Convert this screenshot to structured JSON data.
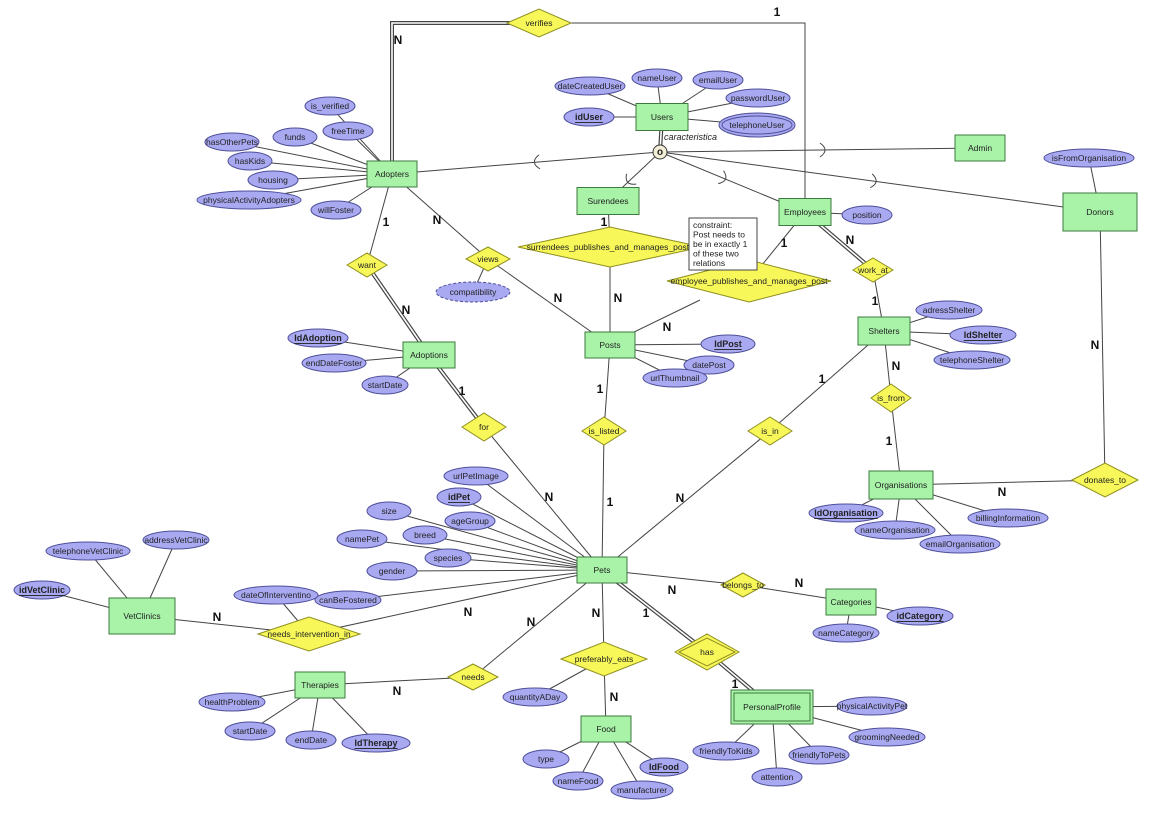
{
  "colors": {
    "entity": "#a8f3a8",
    "entity_stroke": "#3d7a3d",
    "attribute": "#a9a9f2",
    "attribute_stroke": "#50509a",
    "relationship": "#f7f75a",
    "relationship_stroke": "#8f8f20",
    "line": "#444444"
  },
  "entities": [
    {
      "id": "users",
      "name": "Users"
    },
    {
      "id": "adopters",
      "name": "Adopters"
    },
    {
      "id": "admin",
      "name": "Admin"
    },
    {
      "id": "surendees",
      "name": "Surendees"
    },
    {
      "id": "employees",
      "name": "Employees"
    },
    {
      "id": "donors",
      "name": "Donors"
    },
    {
      "id": "posts",
      "name": "Posts"
    },
    {
      "id": "adoptions",
      "name": "Adoptions"
    },
    {
      "id": "shelters",
      "name": "Shelters"
    },
    {
      "id": "organisations",
      "name": "Organisations"
    },
    {
      "id": "pets",
      "name": "Pets"
    },
    {
      "id": "vetclinics",
      "name": "VetClinics"
    },
    {
      "id": "categories",
      "name": "Categories"
    },
    {
      "id": "therapies",
      "name": "Therapies"
    },
    {
      "id": "food",
      "name": "Food"
    },
    {
      "id": "personalprofile",
      "name": "PersonalProfile",
      "weak": true
    }
  ],
  "relationships": [
    {
      "id": "verifies",
      "name": "verifies"
    },
    {
      "id": "want",
      "name": "want"
    },
    {
      "id": "views",
      "name": "views"
    },
    {
      "id": "surr_pub",
      "name": "surrendees_publishes_and_manages_posts"
    },
    {
      "id": "emp_pub",
      "name": "employee_publishes_and_manages_post"
    },
    {
      "id": "work_at",
      "name": "work_at"
    },
    {
      "id": "for",
      "name": "for"
    },
    {
      "id": "is_listed",
      "name": "is_listed"
    },
    {
      "id": "is_in",
      "name": "is_in"
    },
    {
      "id": "is_from",
      "name": "is_from"
    },
    {
      "id": "donates_to",
      "name": "donates_to"
    },
    {
      "id": "belongs_to",
      "name": "belongs_to"
    },
    {
      "id": "needs_intervention_in",
      "name": "needs_intervention_in"
    },
    {
      "id": "needs",
      "name": "needs"
    },
    {
      "id": "preferably_eats",
      "name": "preferably_eats"
    },
    {
      "id": "has",
      "name": "has",
      "identifying": true
    }
  ],
  "attributes": [
    {
      "id": "dateCreatedUser",
      "name": "dateCreatedUser",
      "owner": "users"
    },
    {
      "id": "nameUser",
      "name": "nameUser",
      "owner": "users"
    },
    {
      "id": "emailUser",
      "name": "emailUser",
      "owner": "users"
    },
    {
      "id": "passwordUser",
      "name": "passwordUser",
      "owner": "users"
    },
    {
      "id": "idUser",
      "name": "idUser",
      "owner": "users",
      "key": true
    },
    {
      "id": "telephoneUser",
      "name": "telephoneUser",
      "owner": "users",
      "multivalued": true
    },
    {
      "id": "is_verified",
      "name": "is_verified",
      "owner": "adopters"
    },
    {
      "id": "freeTime",
      "name": "freeTime",
      "owner": "adopters"
    },
    {
      "id": "funds",
      "name": "funds",
      "owner": "adopters"
    },
    {
      "id": "hasOtherPets",
      "name": "hasOtherPets",
      "owner": "adopters"
    },
    {
      "id": "hasKids",
      "name": "hasKids",
      "owner": "adopters"
    },
    {
      "id": "housing",
      "name": "housing",
      "owner": "adopters"
    },
    {
      "id": "physicalActivityAdopters",
      "name": "physicalActivityAdopters",
      "owner": "adopters"
    },
    {
      "id": "willFoster",
      "name": "willFoster",
      "owner": "adopters"
    },
    {
      "id": "compatibility",
      "name": "compatibility",
      "owner": "views",
      "derived": true
    },
    {
      "id": "IdAdoption",
      "name": "IdAdoption",
      "owner": "adoptions",
      "key": true
    },
    {
      "id": "endDateFoster",
      "name": "endDateFoster",
      "owner": "adoptions"
    },
    {
      "id": "startDateAdoption",
      "name": "startDate",
      "owner": "adoptions"
    },
    {
      "id": "IdPost",
      "name": "IdPost",
      "owner": "posts",
      "key": true
    },
    {
      "id": "datePost",
      "name": "datePost",
      "owner": "posts"
    },
    {
      "id": "urlThumbnail",
      "name": "urlThumbnail",
      "owner": "posts"
    },
    {
      "id": "position",
      "name": "position",
      "owner": "employees"
    },
    {
      "id": "adressShelter",
      "name": "adressShelter",
      "owner": "shelters"
    },
    {
      "id": "IdShelter",
      "name": "IdShelter",
      "owner": "shelters",
      "key": true
    },
    {
      "id": "telephoneShelter",
      "name": "telephoneShelter",
      "owner": "shelters"
    },
    {
      "id": "isFromOrganisation",
      "name": "isFromOrganisation",
      "owner": "donors"
    },
    {
      "id": "IdOrganisation",
      "name": "IdOrganisation",
      "owner": "organisations",
      "key": true
    },
    {
      "id": "nameOrganisation",
      "name": "nameOrganisation",
      "owner": "organisations"
    },
    {
      "id": "emailOrganisation",
      "name": "emailOrganisation",
      "owner": "organisations"
    },
    {
      "id": "billingInformation",
      "name": "billingInformation",
      "owner": "organisations"
    },
    {
      "id": "urlPetImage",
      "name": "urlPetImage",
      "owner": "pets"
    },
    {
      "id": "idPet",
      "name": "idPet",
      "owner": "pets",
      "key": true
    },
    {
      "id": "ageGroup",
      "name": "ageGroup",
      "owner": "pets"
    },
    {
      "id": "size",
      "name": "size",
      "owner": "pets"
    },
    {
      "id": "breed",
      "name": "breed",
      "owner": "pets"
    },
    {
      "id": "namePet",
      "name": "namePet",
      "owner": "pets"
    },
    {
      "id": "species",
      "name": "species",
      "owner": "pets"
    },
    {
      "id": "gender",
      "name": "gender",
      "owner": "pets"
    },
    {
      "id": "canBeFostered",
      "name": "canBeFostered",
      "owner": "pets"
    },
    {
      "id": "dateOfInterventino",
      "name": "dateOfInterventino",
      "owner": "needs_intervention_in"
    },
    {
      "id": "telephoneVetClinic",
      "name": "telephoneVetClinic",
      "owner": "vetclinics"
    },
    {
      "id": "addressVetClinic",
      "name": "addressVetClinic",
      "owner": "vetclinics"
    },
    {
      "id": "idVetClinic",
      "name": "idVetClinic",
      "owner": "vetclinics",
      "key": true
    },
    {
      "id": "healthProblem",
      "name": "healthProblem",
      "owner": "therapies"
    },
    {
      "id": "startDateTherapy",
      "name": "startDate",
      "owner": "therapies"
    },
    {
      "id": "endDate",
      "name": "endDate",
      "owner": "therapies"
    },
    {
      "id": "IdTherapy",
      "name": "IdTherapy",
      "owner": "therapies",
      "key": true
    },
    {
      "id": "quantityADay",
      "name": "quantityADay",
      "owner": "preferably_eats"
    },
    {
      "id": "type",
      "name": "type",
      "owner": "food"
    },
    {
      "id": "nameFood",
      "name": "nameFood",
      "owner": "food"
    },
    {
      "id": "manufacturer",
      "name": "manufacturer",
      "owner": "food"
    },
    {
      "id": "IdFood",
      "name": "IdFood",
      "owner": "food",
      "key": true
    },
    {
      "id": "nameCategory",
      "name": "nameCategory",
      "owner": "categories"
    },
    {
      "id": "idCategory",
      "name": "idCategory",
      "owner": "categories",
      "key": true
    },
    {
      "id": "physicalActivityPet",
      "name": "physicalActivityPet",
      "owner": "personalprofile"
    },
    {
      "id": "groomingNeeded",
      "name": "groomingNeeded",
      "owner": "personalprofile"
    },
    {
      "id": "friendlyToKids",
      "name": "friendlyToKids",
      "owner": "personalprofile"
    },
    {
      "id": "friendlyToPets",
      "name": "friendlyToPets",
      "owner": "personalprofile"
    },
    {
      "id": "attention",
      "name": "attention",
      "owner": "personalprofile"
    }
  ],
  "links": [
    {
      "from": "adopters",
      "to": "verifies",
      "card": "N",
      "total": true
    },
    {
      "from": "verifies",
      "to": "employees",
      "card": "1"
    },
    {
      "from": "adopters",
      "to": "want",
      "card": "1"
    },
    {
      "from": "want",
      "to": "adoptions",
      "card": "N",
      "total": true
    },
    {
      "from": "adopters",
      "to": "views",
      "card": "N"
    },
    {
      "from": "views",
      "to": "posts",
      "card": "N"
    },
    {
      "from": "surendees",
      "to": "surr_pub",
      "card": "1"
    },
    {
      "from": "surr_pub",
      "to": "posts",
      "card": "N"
    },
    {
      "from": "employees",
      "to": "emp_pub",
      "card": "1"
    },
    {
      "from": "emp_pub",
      "to": "posts",
      "card": "N"
    },
    {
      "from": "employees",
      "to": "work_at",
      "card": "N",
      "total": true
    },
    {
      "from": "work_at",
      "to": "shelters",
      "card": "1"
    },
    {
      "from": "shelters",
      "to": "is_from",
      "card": "N"
    },
    {
      "from": "is_from",
      "to": "organisations",
      "card": "1"
    },
    {
      "from": "organisations",
      "to": "donates_to",
      "card": "N"
    },
    {
      "from": "donates_to",
      "to": "donors",
      "card": "N"
    },
    {
      "from": "adoptions",
      "to": "for",
      "card": "1",
      "total": true
    },
    {
      "from": "for",
      "to": "pets",
      "card": "N"
    },
    {
      "from": "posts",
      "to": "is_listed",
      "card": "1"
    },
    {
      "from": "is_listed",
      "to": "pets",
      "card": "1"
    },
    {
      "from": "shelters",
      "to": "is_in",
      "card": "1"
    },
    {
      "from": "is_in",
      "to": "pets",
      "card": "N"
    },
    {
      "from": "pets",
      "to": "belongs_to",
      "card": "N"
    },
    {
      "from": "belongs_to",
      "to": "categories",
      "card": "N"
    },
    {
      "from": "pets",
      "to": "has",
      "card": "1",
      "total": true
    },
    {
      "from": "has",
      "to": "personalprofile",
      "card": "1",
      "total": true
    },
    {
      "from": "pets",
      "to": "preferably_eats",
      "card": "N"
    },
    {
      "from": "preferably_eats",
      "to": "food",
      "card": "N"
    },
    {
      "from": "pets",
      "to": "needs",
      "card": "N"
    },
    {
      "from": "needs",
      "to": "therapies",
      "card": "N"
    },
    {
      "from": "pets",
      "to": "needs_intervention_in",
      "card": "N"
    },
    {
      "from": "needs_intervention_in",
      "to": "vetclinics",
      "card": "N"
    }
  ],
  "specialization": {
    "parent": "users",
    "symbol": "o",
    "label": "caracteristica",
    "children": [
      "adopters",
      "surendees",
      "employees",
      "admin",
      "donors"
    ]
  },
  "note": {
    "lines": [
      "constraint:",
      "Post needs to",
      "be in exactly 1",
      "of these two",
      "relations"
    ]
  }
}
